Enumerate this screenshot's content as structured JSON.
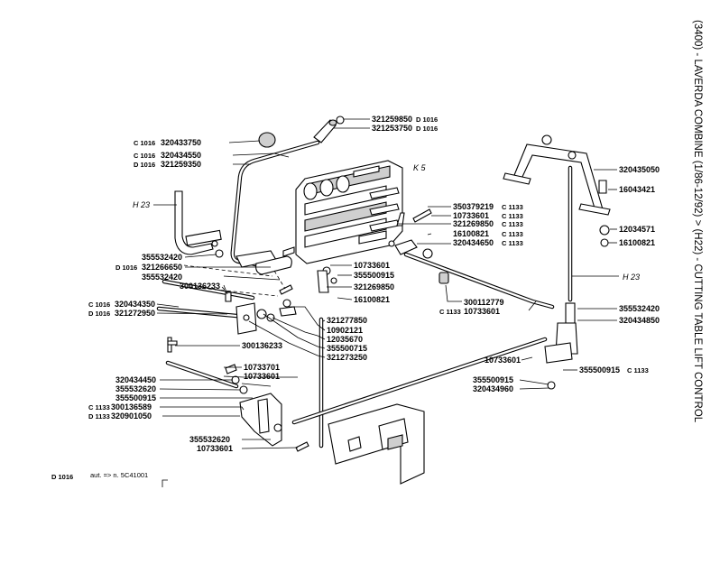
{
  "title": "(3400) - LAVERDA COMBINE (1/86-12/92) > (H22) - CUTTING TABLE LIFT CONTROL",
  "footer": {
    "code": "D 1016",
    "note": "aut. => n. 5C41001"
  },
  "labels": {
    "l_321259850": "321259850",
    "l_321259850_s": "D 1016",
    "l_321253750": "321253750",
    "l_321253750_s": "D 1016",
    "l_320433750": "320433750",
    "l_320433750_p": "C 1016",
    "l_320434550": "320434550",
    "l_320434550_p": "C 1016",
    "l_321259350": "321259350",
    "l_321259350_p": "D 1016",
    "l_h23a": "H 23",
    "l_k5": "K 5",
    "l_355532420a": "355532420",
    "l_321266650": "321266650",
    "l_321266650_p": "D 1016",
    "l_355532420b": "355532420",
    "l_300136233a": "300136233",
    "l_320434350": "320434350",
    "l_320434350_p": "C 1016",
    "l_321272950": "321272950",
    "l_321272950_p": "D 1016",
    "l_300136233b": "300136233",
    "l_10733701": "10733701",
    "l_10733601c": "10733601",
    "l_320434450": "320434450",
    "l_355532620a": "355532620",
    "l_355500915a": "355500915",
    "l_300136589": "300136589",
    "l_300136589_p": "C 1133",
    "l_320901050": "320901050",
    "l_320901050_p": "D 1133",
    "l_355532620b": "355532620",
    "l_10733601d": "10733601",
    "l_10733601a": "10733601",
    "l_355500915b": "355500915",
    "l_321269850a": "321269850",
    "l_16100821a": "16100821",
    "l_321277850": "321277850",
    "l_10902121": "10902121",
    "l_12035670": "12035670",
    "l_355500715": "355500715",
    "l_321273250": "321273250",
    "l_350379219": "350379219",
    "l_350379219_s": "C 1133",
    "l_10733601b": "10733601",
    "l_10733601b_s": "C 1133",
    "l_321269850b": "321269850",
    "l_321269850b_s": "C 1133",
    "l_16100821b": "16100821",
    "l_16100821b_s": "C 1133",
    "l_320434650": "320434650",
    "l_320434650_s": "C 1133",
    "l_300112779": "300112779",
    "l_10733601e": "10733601",
    "l_10733601e_p": "C 1133",
    "l_10733601f": "10733601",
    "l_355500915c": "355500915",
    "l_320434960": "320434960",
    "l_320435050": "320435050",
    "l_16043421": "16043421",
    "l_12034571": "12034571",
    "l_16100821c": "16100821",
    "l_h23b": "H 23",
    "l_355532420c": "355532420",
    "l_320434850": "320434850",
    "l_355500915d": "355500915",
    "l_355500915d_s": "C 1133"
  }
}
